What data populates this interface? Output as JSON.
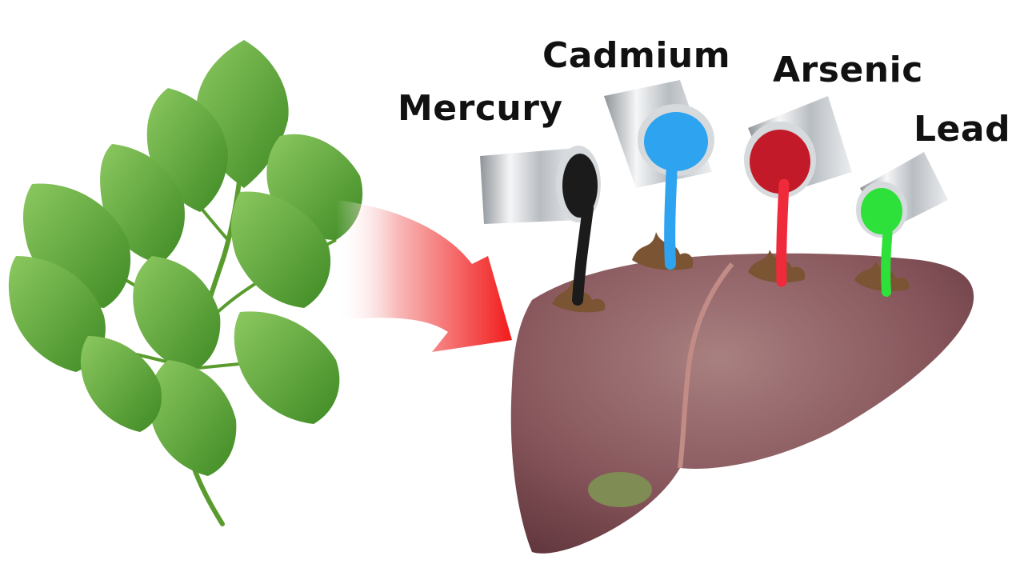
{
  "labels": {
    "mercury": "Mercury",
    "cadmium": "Cadmium",
    "arsenic": "Arsenic",
    "lead": "Lead"
  },
  "colors": {
    "background": "#ffffff",
    "label_text": "#111111",
    "leaf_green": "#4f9a2e",
    "arrow_red": "#f21b1b",
    "liver": "#8a5a5f",
    "mercury_liquid": "#1b1b1b",
    "cadmium_liquid": "#2ea3ef",
    "arsenic_liquid": "#ef2a3a",
    "lead_liquid": "#2ee03a",
    "can_metal": "#c9cdd1"
  }
}
